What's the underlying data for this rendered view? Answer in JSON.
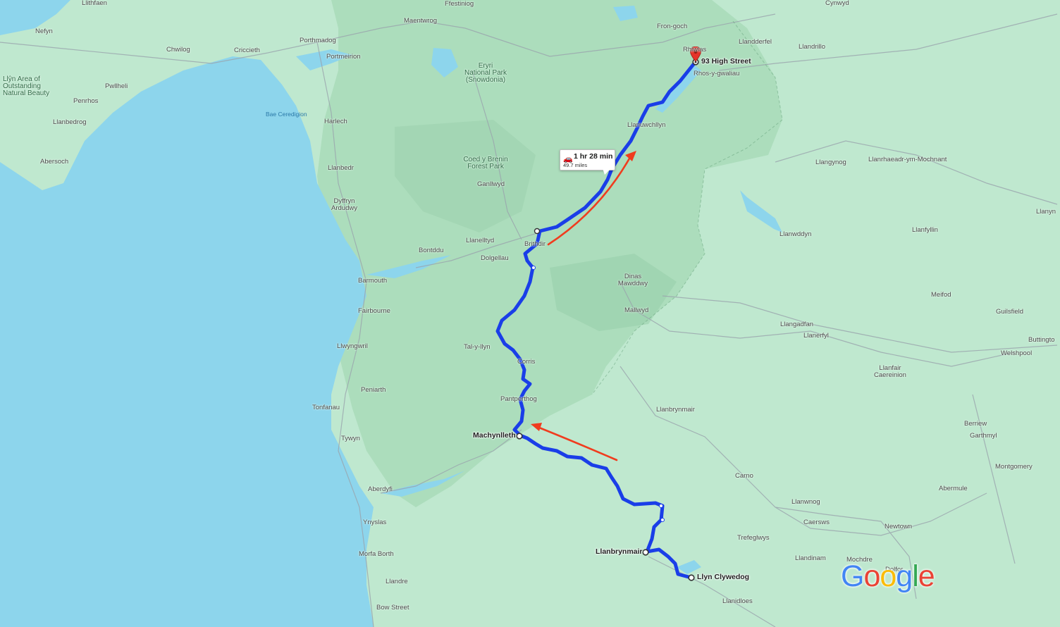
{
  "route": {
    "duration": "1 hr 28 min",
    "distance": "49.7 miles",
    "car_icon": "car-icon",
    "destination": "93 High Street",
    "start": "Llyn Clywedog",
    "waypoints": [
      "Llanbrynmair",
      "Machynlleth"
    ]
  },
  "colors": {
    "route": "#1a3ee8",
    "arrow": "#f03c1e",
    "sea": "#8dd5ec",
    "land": "#bfe8cf",
    "park": "#a6d8b9",
    "pin": "#e5342a"
  },
  "places": {
    "llithfaen": "Llithfaen",
    "nefyn": "Nefyn",
    "chwilog": "Chwilog",
    "criccieth": "Criccieth",
    "porthmadog": "Porthmadog",
    "maentwrog": "Maentwrog",
    "ffestiniog": "Ffestiniog",
    "portmeirion": "Portmeirion",
    "llyn_aonb_1": "Llŷn Area of",
    "llyn_aonb_2": "Outstanding",
    "llyn_aonb_3": "Natural Beauty",
    "pwllheli": "Pwllheli",
    "penrhos": "Penrhos",
    "llanbedrog": "Llanbedrog",
    "abersoch": "Abersoch",
    "bae_ceredigion": "Bae Ceredigion",
    "harlech": "Harlech",
    "llanbedr": "Llanbedr",
    "dyffryn_1": "Dyffryn",
    "dyffryn_2": "Ardudwy",
    "eryri_1": "Eryri",
    "eryri_2": "National Park",
    "eryri_3": "(Snowdonia)",
    "coed_1": "Coed y Brenin",
    "coed_2": "Forest Park",
    "ganllwyd": "Ganllwyd",
    "llanelltyd": "Llanelltyd",
    "bontddu": "Bontddu",
    "brithdir": "Brithdir",
    "dolgellau": "Dolgellau",
    "barmouth": "Barmouth",
    "fairbourne": "Fairbourne",
    "llwyngwril": "Llwyngwril",
    "tal_y_llyn": "Tal-y-llyn",
    "corris": "Corris",
    "peniarth": "Peniarth",
    "pantperthog": "Pantperthog",
    "tonfanau": "Tonfanau",
    "tywyn": "Tywyn",
    "machynlleth": "Machynlleth",
    "aberdyfi": "Aberdyfi",
    "ynyslas": "Ynyslas",
    "morfa_borth": "Morfa Borth",
    "llandre": "Llandre",
    "bow_street": "Bow Street",
    "fron_goch": "Fron-goch",
    "rhos_y_gwaliau": "Rhos-y-gwaliau",
    "rhiwlas": "Rhiwlas",
    "llandderfel": "Llandderfel",
    "llandrillo": "Llandrillo",
    "cynwyd": "Cynwyd",
    "llanuwchllyn": "Llanuwchllyn",
    "llangynog": "Llangynog",
    "llanrhaeadr": "Llanrhaeadr-ym-Mochnant",
    "llanyn": "Llanyn",
    "llanwddyn": "Llanwddyn",
    "llanfyllin": "Llanfyllin",
    "dinas_1": "Dinas",
    "dinas_2": "Mawddwy",
    "mallwyd": "Mallwyd",
    "meifod": "Meifod",
    "guilsfield": "Guilsfield",
    "buttington": "Buttingto",
    "welshpool": "Welshpool",
    "llangadfan": "Llangadfan",
    "llanerfyl": "Llanerfyl",
    "llanfair_1": "Llanfair",
    "llanfair_2": "Caereinion",
    "llanbrynmair_town": "Llanbrynmair",
    "berriew": "Berriew",
    "garthmyl": "Garthmyl",
    "montgomery": "Montgomery",
    "carno": "Carno",
    "abermule": "Abermule",
    "llanwnog": "Llanwnog",
    "caersws": "Caersws",
    "newtown": "Newtown",
    "trefeglwys": "Trefeglwys",
    "llandinam": "Llandinam",
    "mochdre": "Mochdre",
    "dolfor": "Dolfor",
    "llanidloes": "Llanidloes"
  },
  "logo": {
    "letters": [
      "G",
      "o",
      "o",
      "g",
      "l",
      "e"
    ],
    "colors": [
      "#4285F4",
      "#EA4335",
      "#FBBC05",
      "#4285F4",
      "#34A853",
      "#EA4335"
    ]
  }
}
